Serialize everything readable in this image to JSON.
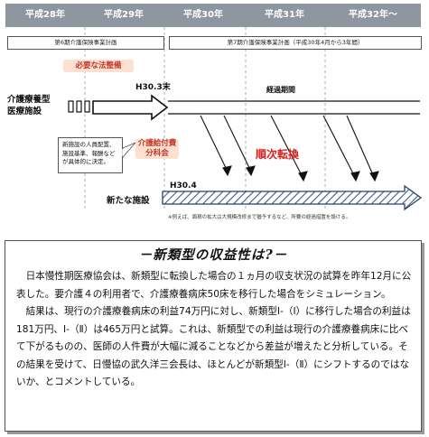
{
  "years": [
    "平成28年",
    "平成29年",
    "平成30年",
    "平成31年",
    "平成32年～"
  ],
  "plans": {
    "p6": "第6期介護保険事業計画",
    "p7": "第7期介護保険事業計画（平成30年4月から3年間）"
  },
  "labels": {
    "legal": "必要な法整備",
    "old_facility": "介護療養型\n医療施設",
    "h30_3": "H30.3末",
    "transition": "経過期間",
    "callout": "新施設の人員配置、\n施設基準、報酬など\nが具体的に決定。",
    "subcommittee": "介護給付費\n分科会",
    "sequential": "順次転換",
    "h30_4": "H30.4",
    "new_facility": "新たな施設",
    "note": "※例えば、面積の拡大は大規模改修まで猶予するなど、所要の経過措置を設ける。"
  },
  "colors": {
    "year_bar": "#8e96a0",
    "accent_red": "#d62020",
    "tag_bg": "#fde0cf",
    "hatch": "#3a5a8a"
  },
  "article": {
    "title": "－新類型の収益性は?－",
    "paragraphs": [
      "日本慢性期医療協会は、新類型に転換した場合の１ヵ月の収支状況の試算を昨年12月に公表した。要介護４の利用者で、介護療養病床50床を移行した場合をシミュレーション。",
      "結果は、現行の介護療養病床の利益74万円に対し、新類型Ⅰ-（Ⅰ）に移行した場合の利益は181万円、Ⅰ-（Ⅱ）は465万円と試算。これは、新類型での利益は現行の介護療養病床に比べて下がるものの、医師の人件費が大幅に減ることなどから差益が増えたと分析している。その結果を受けて、日慢協の武久洋三会長は、ほとんどが新類型Ⅰ-（Ⅱ）にシフトするのではないか、とコメントしている。"
    ]
  }
}
